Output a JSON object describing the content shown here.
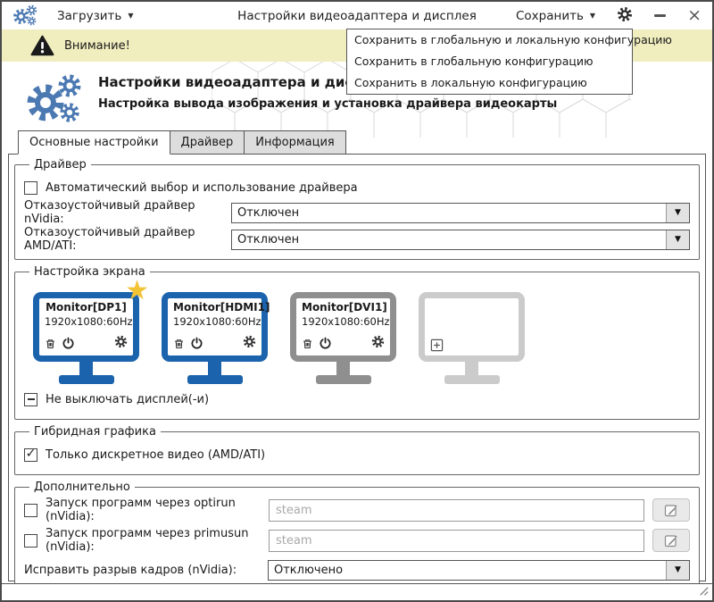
{
  "titlebar": {
    "load_label": "Загрузить",
    "title": "Настройки видеоадаптера и дисплея",
    "save_label": "Сохранить"
  },
  "warning": {
    "text": "Внимание!"
  },
  "save_menu": {
    "items": [
      "Сохранить в глобальную и локальную конфигурацию",
      "Сохранить в глобальную конфигурацию",
      "Сохранить в локальную конфигурацию"
    ]
  },
  "header": {
    "title": "Настройки видеоадаптера и дисплея",
    "subtitle": "Настройка вывода изображения и установка драйвера видеокарты"
  },
  "tabs": [
    {
      "label": "Основные настройки",
      "active": true
    },
    {
      "label": "Драйвер",
      "active": false
    },
    {
      "label": "Информация",
      "active": false
    }
  ],
  "driver_group": {
    "legend": "Драйвер",
    "auto_checkbox_label": "Автоматический выбор и использование драйвера",
    "auto_checkbox_checked": false,
    "nvidia_label": "Отказоустойчивый драйвер nVidia:",
    "nvidia_value": "Отключен",
    "amd_label": "Отказоустойчивый драйвер AMD/ATI:",
    "amd_value": "Отключен"
  },
  "screen_group": {
    "legend": "Настройка экрана",
    "monitors": [
      {
        "name": "Monitor[DP1]",
        "mode": "1920x1080:60Hz",
        "primary": true,
        "state": "active"
      },
      {
        "name": "Monitor[HDMI1]",
        "mode": "1920x1080:60Hz",
        "primary": false,
        "state": "active"
      },
      {
        "name": "Monitor[DVI1]",
        "mode": "1920x1080:60Hz",
        "primary": false,
        "state": "disabled"
      },
      {
        "name": "",
        "mode": "",
        "primary": false,
        "state": "empty"
      }
    ],
    "keep_on_label": "Не выключать дисплей(-и)",
    "keep_on_state": "indeterminate"
  },
  "hybrid_group": {
    "legend": "Гибридная графика",
    "discrete_label": "Только дискретное видео (AMD/ATI)",
    "discrete_checked": true
  },
  "extra_group": {
    "legend": "Дополнительно",
    "optirun_label": "Запуск программ через optirun (nVidia):",
    "optirun_checked": false,
    "optirun_placeholder": "steam",
    "primusun_label": "Запуск программ через primusun (nVidia):",
    "primusun_checked": false,
    "primusun_placeholder": "steam",
    "tearing_label": "Исправить разрыв кадров (nVidia):",
    "tearing_value": "Отключено"
  },
  "icons": {
    "app_logo": "blue-gears",
    "warning": "black-triangle-exclamation",
    "save_caret": "chevron-down",
    "monitor_actions": [
      "trash",
      "power",
      "gear"
    ],
    "add_monitor": "plus-square",
    "edit": "pencil-square",
    "resize": "diagonal-grip"
  },
  "colors": {
    "accent_blue": "#1b63ac",
    "logo_blue": "#4c79b2",
    "warning_bg": "#f0edbe",
    "star_gold": "#f2c335",
    "monitor_gray": "#8f8f8f",
    "monitor_light": "#cbcbcb"
  }
}
